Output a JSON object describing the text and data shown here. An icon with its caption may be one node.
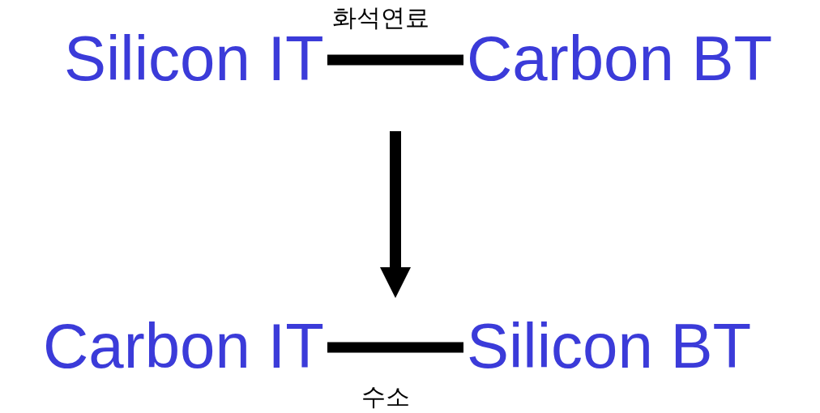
{
  "diagram": {
    "nodes": [
      {
        "text": [
          "Silicon IT"
        ]
      },
      {
        "text": [
          "Carbon BT"
        ]
      },
      {
        "text": [
          "Carbon IT"
        ]
      },
      {
        "text": [
          "Silicon BT"
        ]
      }
    ],
    "edges": [
      {
        "from": 0,
        "to": 1,
        "arrow": "none",
        "label": "화석연료"
      },
      {
        "from": 2,
        "to": 3,
        "arrow": "none",
        "label": "수소"
      }
    ]
  }
}
